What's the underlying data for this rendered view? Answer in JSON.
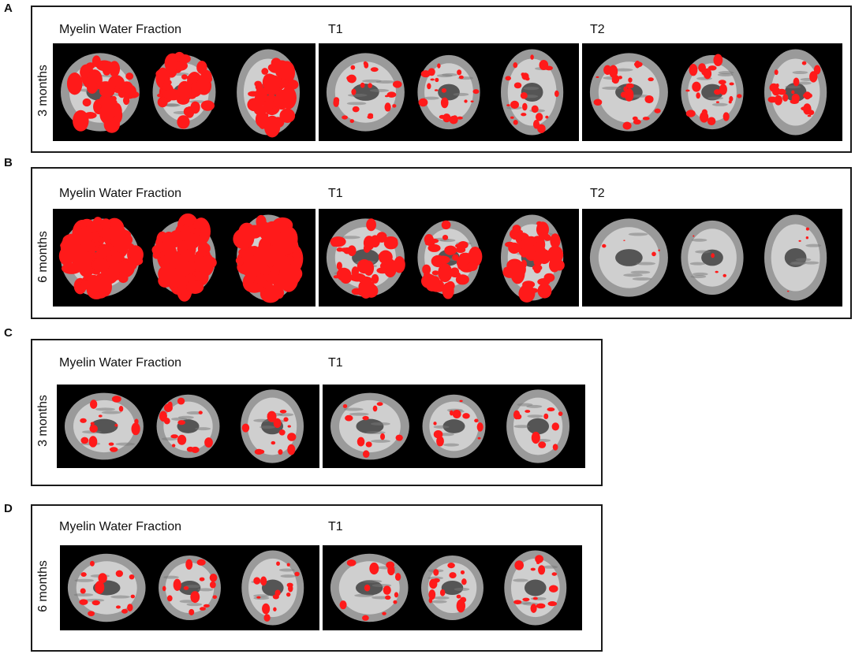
{
  "panels": [
    {
      "letter": "A",
      "age": "3 months",
      "columns": [
        {
          "title": "Myelin Water Fraction",
          "overlay_density": "heavy"
        },
        {
          "title": "T1",
          "overlay_density": "moderate"
        },
        {
          "title": "T2",
          "overlay_density": "moderate"
        }
      ]
    },
    {
      "letter": "B",
      "age": "6 months",
      "columns": [
        {
          "title": "Myelin Water Fraction",
          "overlay_density": "very heavy"
        },
        {
          "title": "T1",
          "overlay_density": "heavy"
        },
        {
          "title": "T2",
          "overlay_density": "sparse"
        }
      ]
    },
    {
      "letter": "C",
      "age": "3 months",
      "columns": [
        {
          "title": "Myelin Water Fraction",
          "overlay_density": "white-matter tracts"
        },
        {
          "title": "T1",
          "overlay_density": "occipital"
        }
      ]
    },
    {
      "letter": "D",
      "age": "6 months",
      "columns": [
        {
          "title": "Myelin Water Fraction",
          "overlay_density": "white-matter tracts"
        },
        {
          "title": "T1",
          "overlay_density": "white-matter tracts"
        }
      ]
    }
  ],
  "colors": {
    "overlay": "#ff1a1a",
    "brain_gray": "#9a9a9a",
    "brain_light": "#d8d8d8",
    "background": "#000000",
    "frame": "#1a1a1a"
  }
}
